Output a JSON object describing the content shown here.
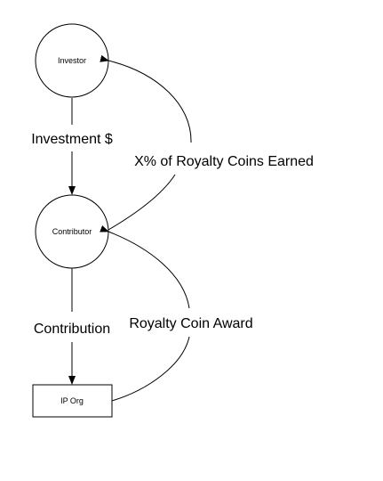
{
  "nodes": {
    "investor": {
      "label": "Investor"
    },
    "contributor": {
      "label": "Contributor"
    },
    "ip_org": {
      "label": "IP Org"
    }
  },
  "edges": {
    "investment": {
      "label": "Investment $"
    },
    "royalty_share": {
      "label": "X% of Royalty Coins Earned"
    },
    "contribution": {
      "label": "Contribution"
    },
    "royalty_award": {
      "label": "Royalty Coin Award"
    }
  },
  "colors": {
    "stroke": "#000000",
    "fill": "#ffffff",
    "text": "#000000"
  }
}
